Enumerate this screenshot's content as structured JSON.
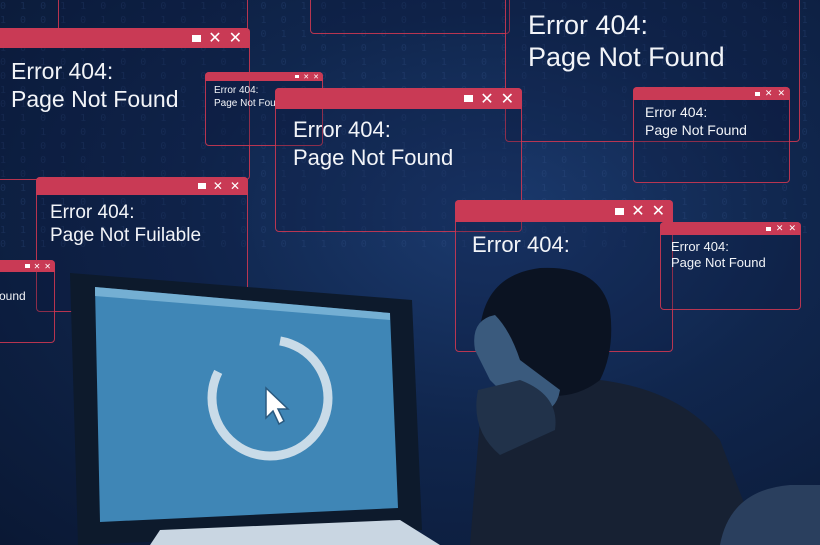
{
  "windows": [
    {
      "title": "Error 404:",
      "message": "Page Not Found"
    },
    {
      "title": "Error 404:",
      "message": "Page Not Found"
    },
    {
      "title": "Error 404:",
      "message": "Page Not Found"
    },
    {
      "title": "Error 404:",
      "message": "Page Not Found"
    },
    {
      "title": "Error 404:",
      "message": "Page Not Found"
    },
    {
      "title": "Error 404:",
      "message": "Page Not Fuilable"
    },
    {
      "message": "ound"
    },
    {
      "title": "Error 404:"
    },
    {
      "title": "Error 404:",
      "message": "Page Not Found"
    }
  ],
  "colors": {
    "accent": "#c93a55",
    "background": "#10264d",
    "screen": "#3f86b6"
  }
}
